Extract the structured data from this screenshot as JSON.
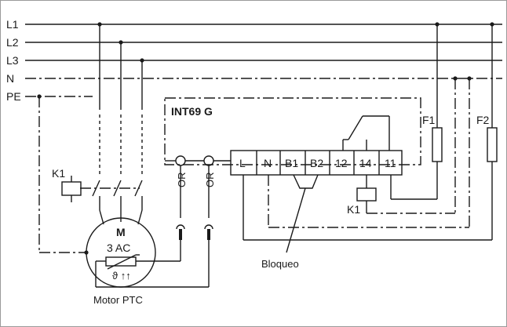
{
  "lines": {
    "l1": "L1",
    "l2": "L2",
    "l3": "L3",
    "n": "N",
    "pe": "PE"
  },
  "module": {
    "title": "INT69 G",
    "terminals": [
      "L",
      "N",
      "B1",
      "B2",
      "12",
      "14",
      "11"
    ],
    "sensor_labels": [
      "OR",
      "OR"
    ]
  },
  "fuses": {
    "f1": "F1",
    "f2": "F2"
  },
  "contactor": {
    "k1_left": "K1",
    "k1_relay": "K1"
  },
  "motor": {
    "m": "M",
    "ac": "3 AC",
    "symbol": "ϑ ↑↑",
    "caption": "Motor PTC"
  },
  "callouts": {
    "bloqueo": "Bloqueo"
  }
}
